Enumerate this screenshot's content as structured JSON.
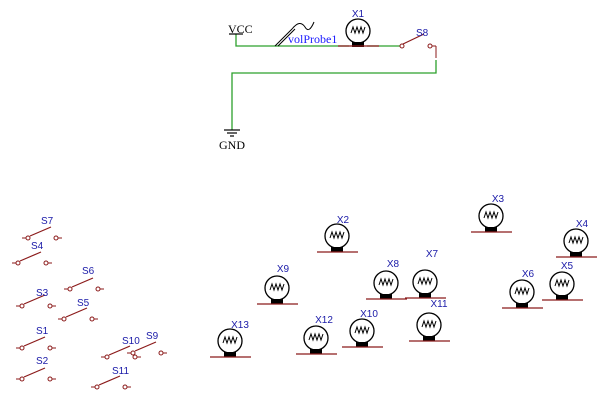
{
  "schematic": {
    "power": {
      "label": "VCC"
    },
    "ground": {
      "label": "GND"
    },
    "probe": {
      "label": "volProbe1"
    },
    "lamps": [
      {
        "ref": "X1"
      },
      {
        "ref": "X2"
      },
      {
        "ref": "X3"
      },
      {
        "ref": "X4"
      },
      {
        "ref": "X5"
      },
      {
        "ref": "X6"
      },
      {
        "ref": "X7"
      },
      {
        "ref": "X8"
      },
      {
        "ref": "X9"
      },
      {
        "ref": "X10"
      },
      {
        "ref": "X11"
      },
      {
        "ref": "X12"
      },
      {
        "ref": "X13"
      }
    ],
    "switches": [
      {
        "ref": "S1"
      },
      {
        "ref": "S2"
      },
      {
        "ref": "S3"
      },
      {
        "ref": "S4"
      },
      {
        "ref": "S5"
      },
      {
        "ref": "S6"
      },
      {
        "ref": "S7"
      },
      {
        "ref": "S8"
      },
      {
        "ref": "S9"
      },
      {
        "ref": "S10"
      },
      {
        "ref": "S11"
      }
    ],
    "colors": {
      "wire": "#2ca02c",
      "component": "#8b1a1a",
      "reference": "#1a1aa8",
      "probe_label": "#1a1aff"
    }
  }
}
